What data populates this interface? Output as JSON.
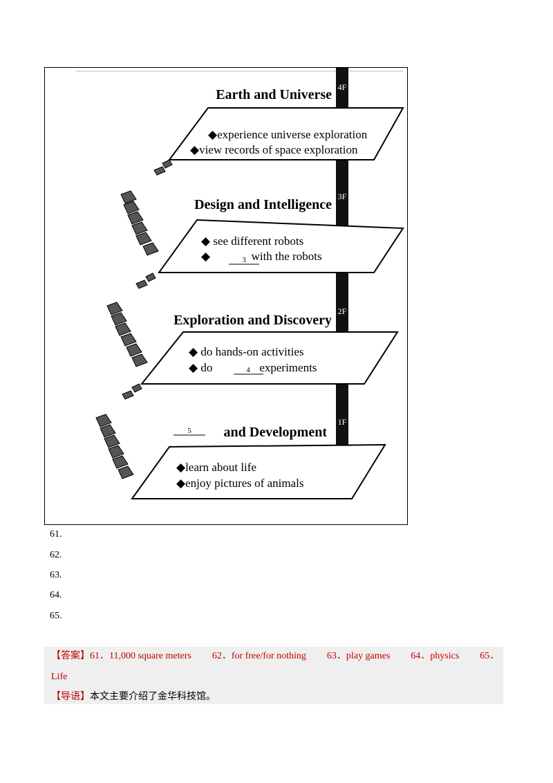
{
  "figure": {
    "floors": [
      {
        "title": "Earth and Universe",
        "floor_label": "4F",
        "items": [
          "◆experience universe exploration",
          "◆view records of space exploration"
        ]
      },
      {
        "title": "Design and Intelligence",
        "floor_label": "3F",
        "items": [
          "◆ see different robots",
          "◆              with the robots"
        ],
        "blank": "3"
      },
      {
        "title": "Exploration and Discovery",
        "floor_label": "2F",
        "items": [
          "◆ do hands-on activities",
          "◆ do                experiments"
        ],
        "blank": "4"
      },
      {
        "title": "and Development",
        "floor_label": "1F",
        "items": [
          "◆learn about life",
          "◆enjoy pictures of animals"
        ],
        "blank": "5"
      }
    ]
  },
  "questions": [
    "61.",
    "62.",
    "63.",
    "64.",
    "65."
  ],
  "answer": {
    "label": "【答案】",
    "items": [
      "61．11,000 square meters",
      "62．for free/for nothing",
      "63．play games",
      "64．physics",
      "65．"
    ],
    "continuation": "Life"
  },
  "guide": {
    "label": "【导语】",
    "text": "本文主要介绍了金华科技馆。"
  }
}
